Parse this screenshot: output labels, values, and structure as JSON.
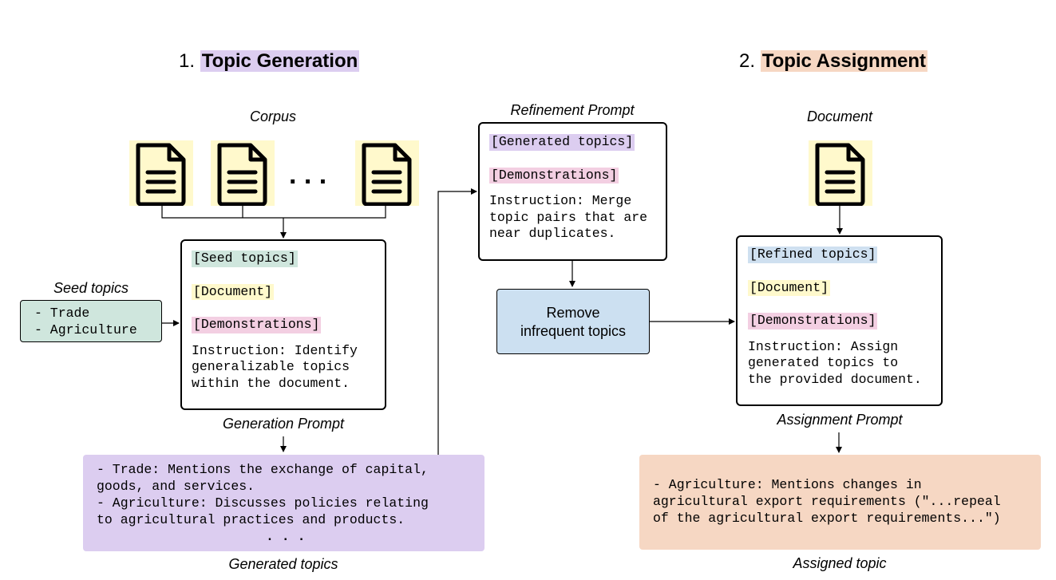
{
  "colors": {
    "purple": "#dccdf0",
    "orange": "#f6d7c3",
    "green": "#cfe6dd",
    "yellow": "#fff9cc",
    "pink": "#f3cfe2",
    "blue": "#cfe0f0",
    "remove_box": "#cce0f1"
  },
  "gen": {
    "heading_num": "1.",
    "heading_label": "Topic Generation",
    "corpus_caption": "Corpus",
    "ellipsis": ". . .",
    "seed_caption": "Seed topics",
    "seed_items": [
      "- Trade",
      "- Agriculture"
    ],
    "prompt": {
      "seed_tag": "[Seed topics]",
      "doc_tag": "[Document]",
      "demo_tag": "[Demonstrations]",
      "instruction": [
        "Instruction: Identify",
        "generalizable topics",
        "within the document."
      ]
    },
    "prompt_caption": "Generation Prompt",
    "output": [
      "- Trade: Mentions the exchange of capital,",
      "goods, and services.",
      "- Agriculture: Discusses policies relating",
      "to agricultural practices and products."
    ],
    "output_ellipsis": ". . .",
    "output_caption": "Generated topics"
  },
  "refine": {
    "caption": "Refinement Prompt",
    "gen_tag": "[Generated topics]",
    "demo_tag": "[Demonstrations]",
    "instruction": [
      "Instruction: Merge",
      "topic pairs that are",
      "near duplicates."
    ],
    "remove_label": [
      "Remove",
      "infrequent topics"
    ]
  },
  "assign": {
    "heading_num": "2.",
    "heading_label": "Topic Assignment",
    "doc_caption": "Document",
    "prompt": {
      "refined_tag": "[Refined topics]",
      "doc_tag": "[Document]",
      "demo_tag": "[Demonstrations]",
      "instruction": [
        "Instruction: Assign",
        "generated topics to",
        "the provided document."
      ]
    },
    "prompt_caption": "Assignment Prompt",
    "output": [
      "- Agriculture: Mentions changes in",
      "agricultural export requirements (\"...repeal",
      "of the agricultural export requirements...\")"
    ],
    "output_caption": "Assigned topic"
  }
}
